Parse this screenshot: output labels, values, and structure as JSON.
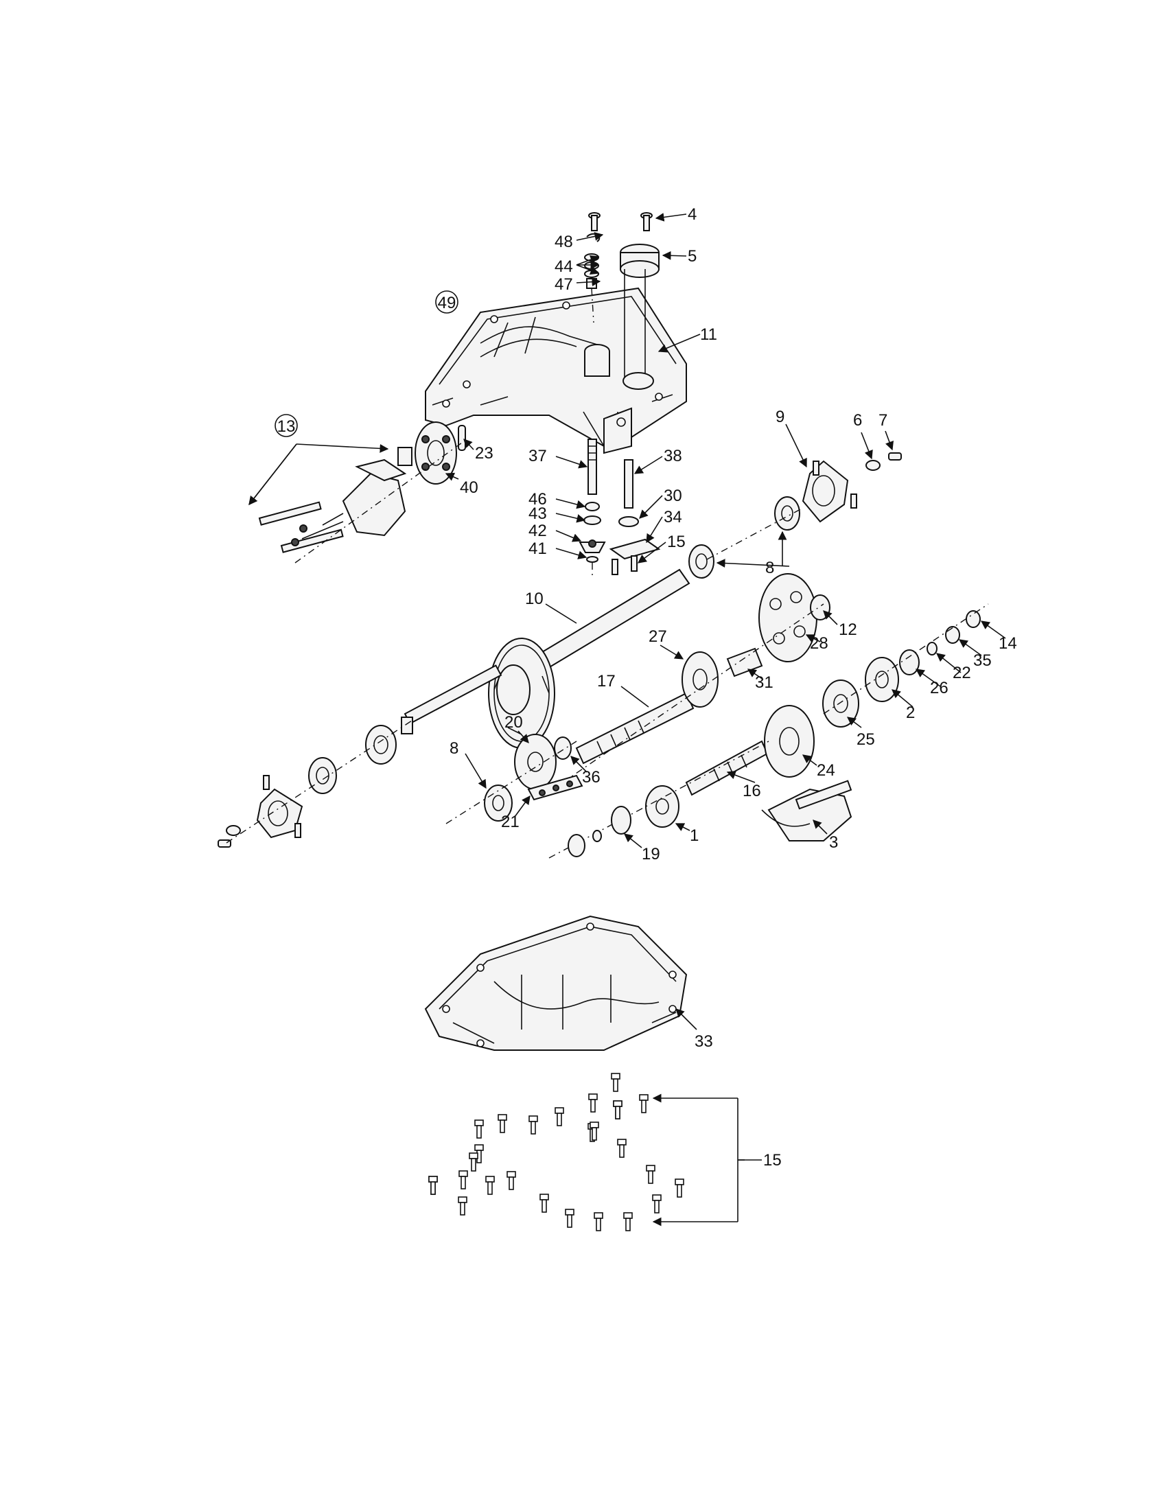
{
  "diagram": {
    "callouts": [
      "49",
      "48",
      "44",
      "47",
      "4",
      "5",
      "11",
      "13",
      "23",
      "40",
      "37",
      "46",
      "43",
      "42",
      "41",
      "38",
      "30",
      "34",
      "15",
      "9",
      "6",
      "7",
      "8",
      "10",
      "27",
      "28",
      "12",
      "14",
      "35",
      "22",
      "26",
      "2",
      "17",
      "31",
      "25",
      "24",
      "20",
      "36",
      "16",
      "21",
      "19",
      "1",
      "3",
      "33"
    ]
  },
  "colors": {
    "line": "#111111",
    "background": "#ffffff",
    "part_fill": "#f4f4f4"
  }
}
